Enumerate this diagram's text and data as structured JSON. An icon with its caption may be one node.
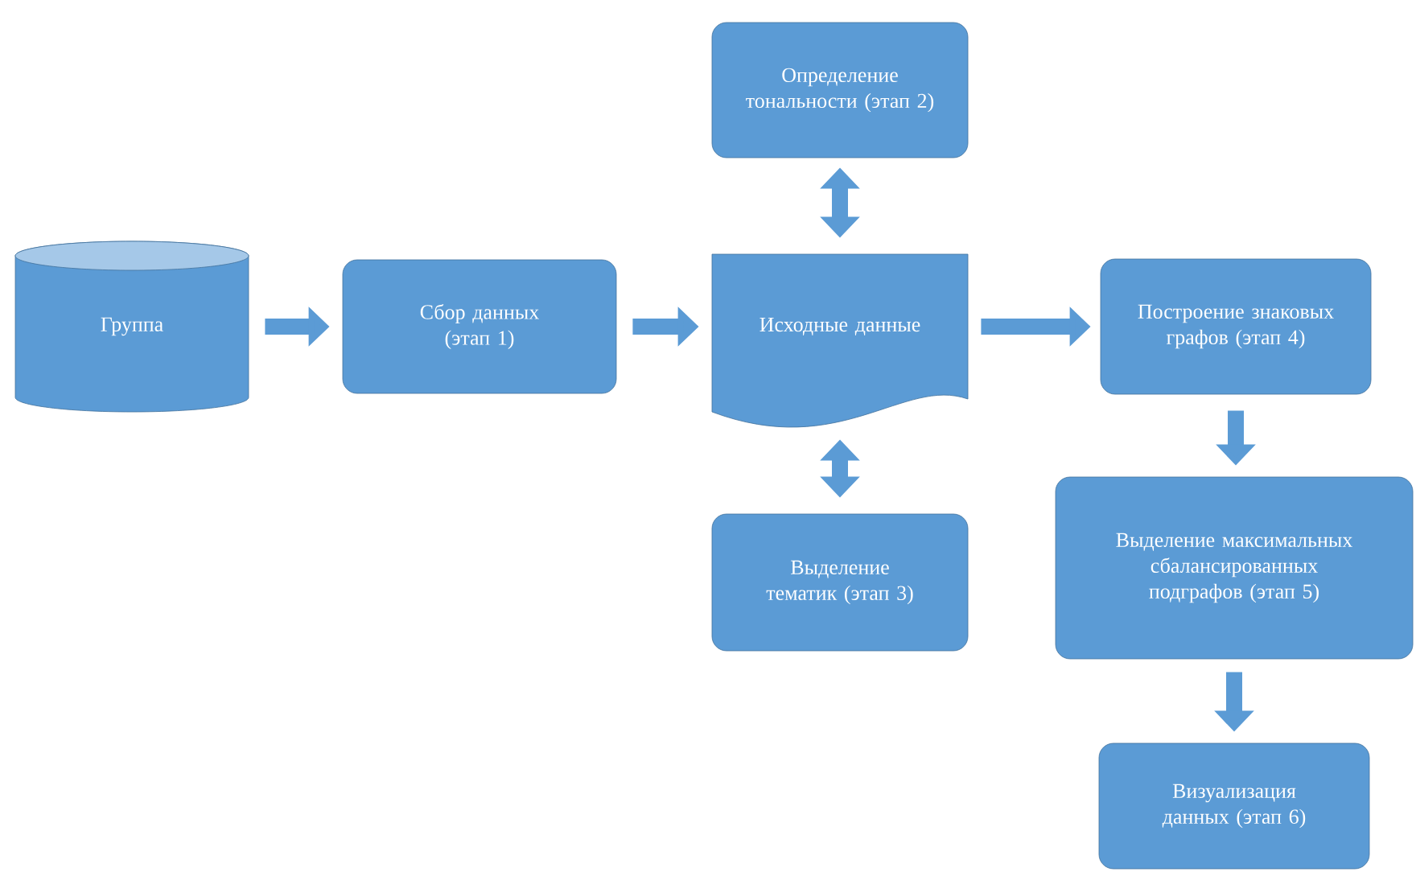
{
  "diagram": {
    "nodes": [
      {
        "text": [
          "Группа"
        ]
      },
      {
        "text": [
          "Сбор данных (этап 1)"
        ]
      },
      {
        "text": [
          "Исходные данные"
        ]
      },
      {
        "text": [
          "Определение тональности (этап 2)"
        ]
      },
      {
        "text": [
          "Выделение тематик (этап 3)"
        ]
      },
      {
        "text": [
          "Построение знаковых графов (этап 4)"
        ]
      },
      {
        "text": [
          "Выделение максимальных сбалансированных подграфов (этап 5)"
        ]
      },
      {
        "text": [
          "Визуализация данных (этап 6)"
        ]
      }
    ],
    "edges": [
      {
        "from": 0,
        "to": 1,
        "arrow": "to"
      },
      {
        "from": 1,
        "to": 2,
        "arrow": "to"
      },
      {
        "from": 2,
        "to": 3,
        "arrow": "both"
      },
      {
        "from": 2,
        "to": 4,
        "arrow": "both"
      },
      {
        "from": 2,
        "to": 5,
        "arrow": "to"
      },
      {
        "from": 5,
        "to": 6,
        "arrow": "to"
      },
      {
        "from": 6,
        "to": 7,
        "arrow": "to"
      }
    ]
  }
}
